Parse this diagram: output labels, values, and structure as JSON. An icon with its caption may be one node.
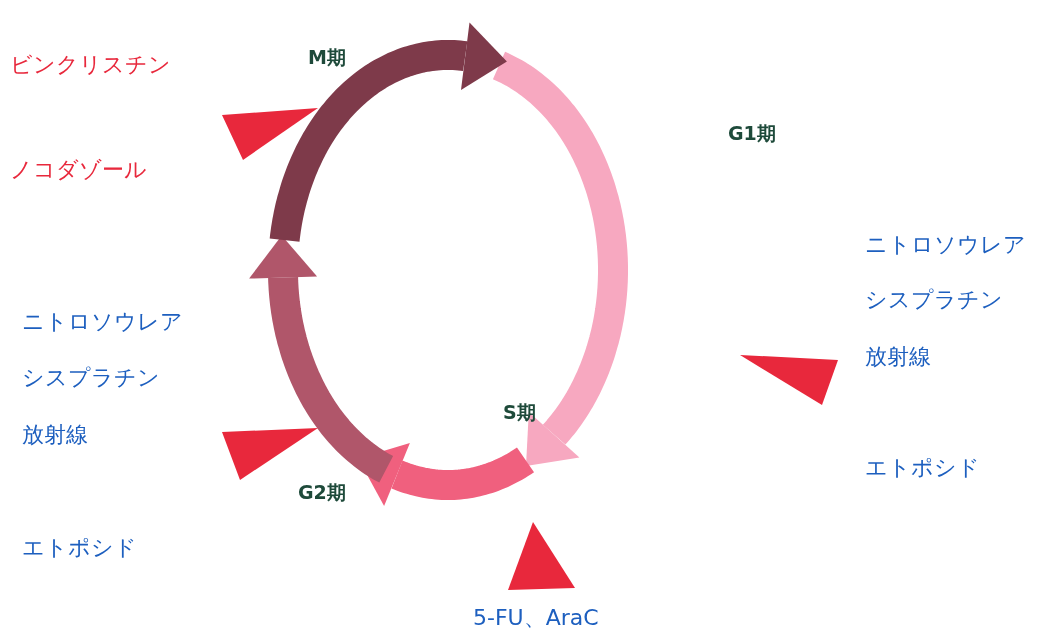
{
  "diagram": {
    "labels": [
      "ビンクリスチン",
      "ノコダゾール",
      "M期",
      "G1期",
      "ニトロソウレア",
      "シスプラチン",
      "放射線",
      "エトポシド",
      "ニトロソウレア",
      "シスプラチン",
      "放射線",
      "エトポシド",
      "S期",
      "G2期",
      "5-FU、AraC"
    ]
  }
}
